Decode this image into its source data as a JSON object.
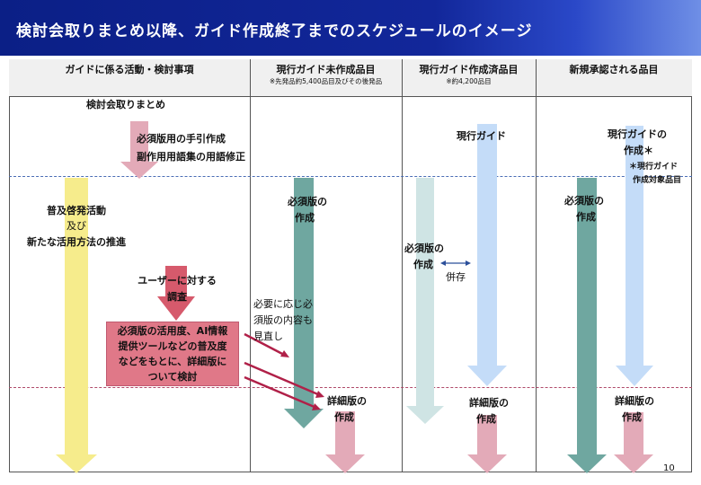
{
  "title": "検討会取りまとめ以降、ガイド作成終了までのスケジュールのイメージ",
  "page_number": "10",
  "columns": [
    {
      "label": "ガイドに係る活動・検討事項",
      "sub": ""
    },
    {
      "label": "現行ガイド未作成品目",
      "sub": "※先発品約5,400品目及びその後発品"
    },
    {
      "label": "現行ガイド作成済品目",
      "sub": "※約4,200品目"
    },
    {
      "label": "新規承認される品目",
      "sub": ""
    }
  ],
  "activities": {
    "review_summary": "検討会取りまとめ",
    "manual": "必須版用の手引作成",
    "glossary": "副作用用語集の用語修正",
    "promotion_1": "普及啓発活動",
    "promotion_2": "及び",
    "promotion_3": "新たな活用方法の推進",
    "survey_1": "ユーザーに対する",
    "survey_2": "調査",
    "box_1": "必須版の活用度、AI情報",
    "box_2": "提供ツールなどの普及度",
    "box_3": "などをもとに、詳細版に",
    "box_4": "ついて検討"
  },
  "uncreated": {
    "essential_1": "必須版の",
    "essential_2": "作成",
    "note_1": "必要に応じ必",
    "note_2": "須版の内容も",
    "note_3": "見直し",
    "detailed_1": "詳細版の",
    "detailed_2": "作成"
  },
  "created": {
    "current": "現行ガイド",
    "essential_1": "必須版の",
    "essential_2": "作成",
    "parallel": "併存",
    "detailed_1": "詳細版の",
    "detailed_2": "作成"
  },
  "new_approval": {
    "current_1": "現行ガイドの",
    "current_2": "作成＊",
    "footnote_1": "＊現行ガイド",
    "footnote_2": "作成対象品目",
    "essential_1": "必須版の",
    "essential_2": "作成",
    "detailed_1": "詳細版の",
    "detailed_2": "作成"
  },
  "colors": {
    "banner": "#12279a",
    "yellow_arrow": "#f6ec8c",
    "teal_arrow": "#6fa7a0",
    "pale_teal_arrow": "#cfe4e4",
    "blue_arrow": "#c4dcf8",
    "pink_arrow": "#e3aab8",
    "red_arrow": "#d65a6c",
    "crimson_line": "#b02048"
  }
}
